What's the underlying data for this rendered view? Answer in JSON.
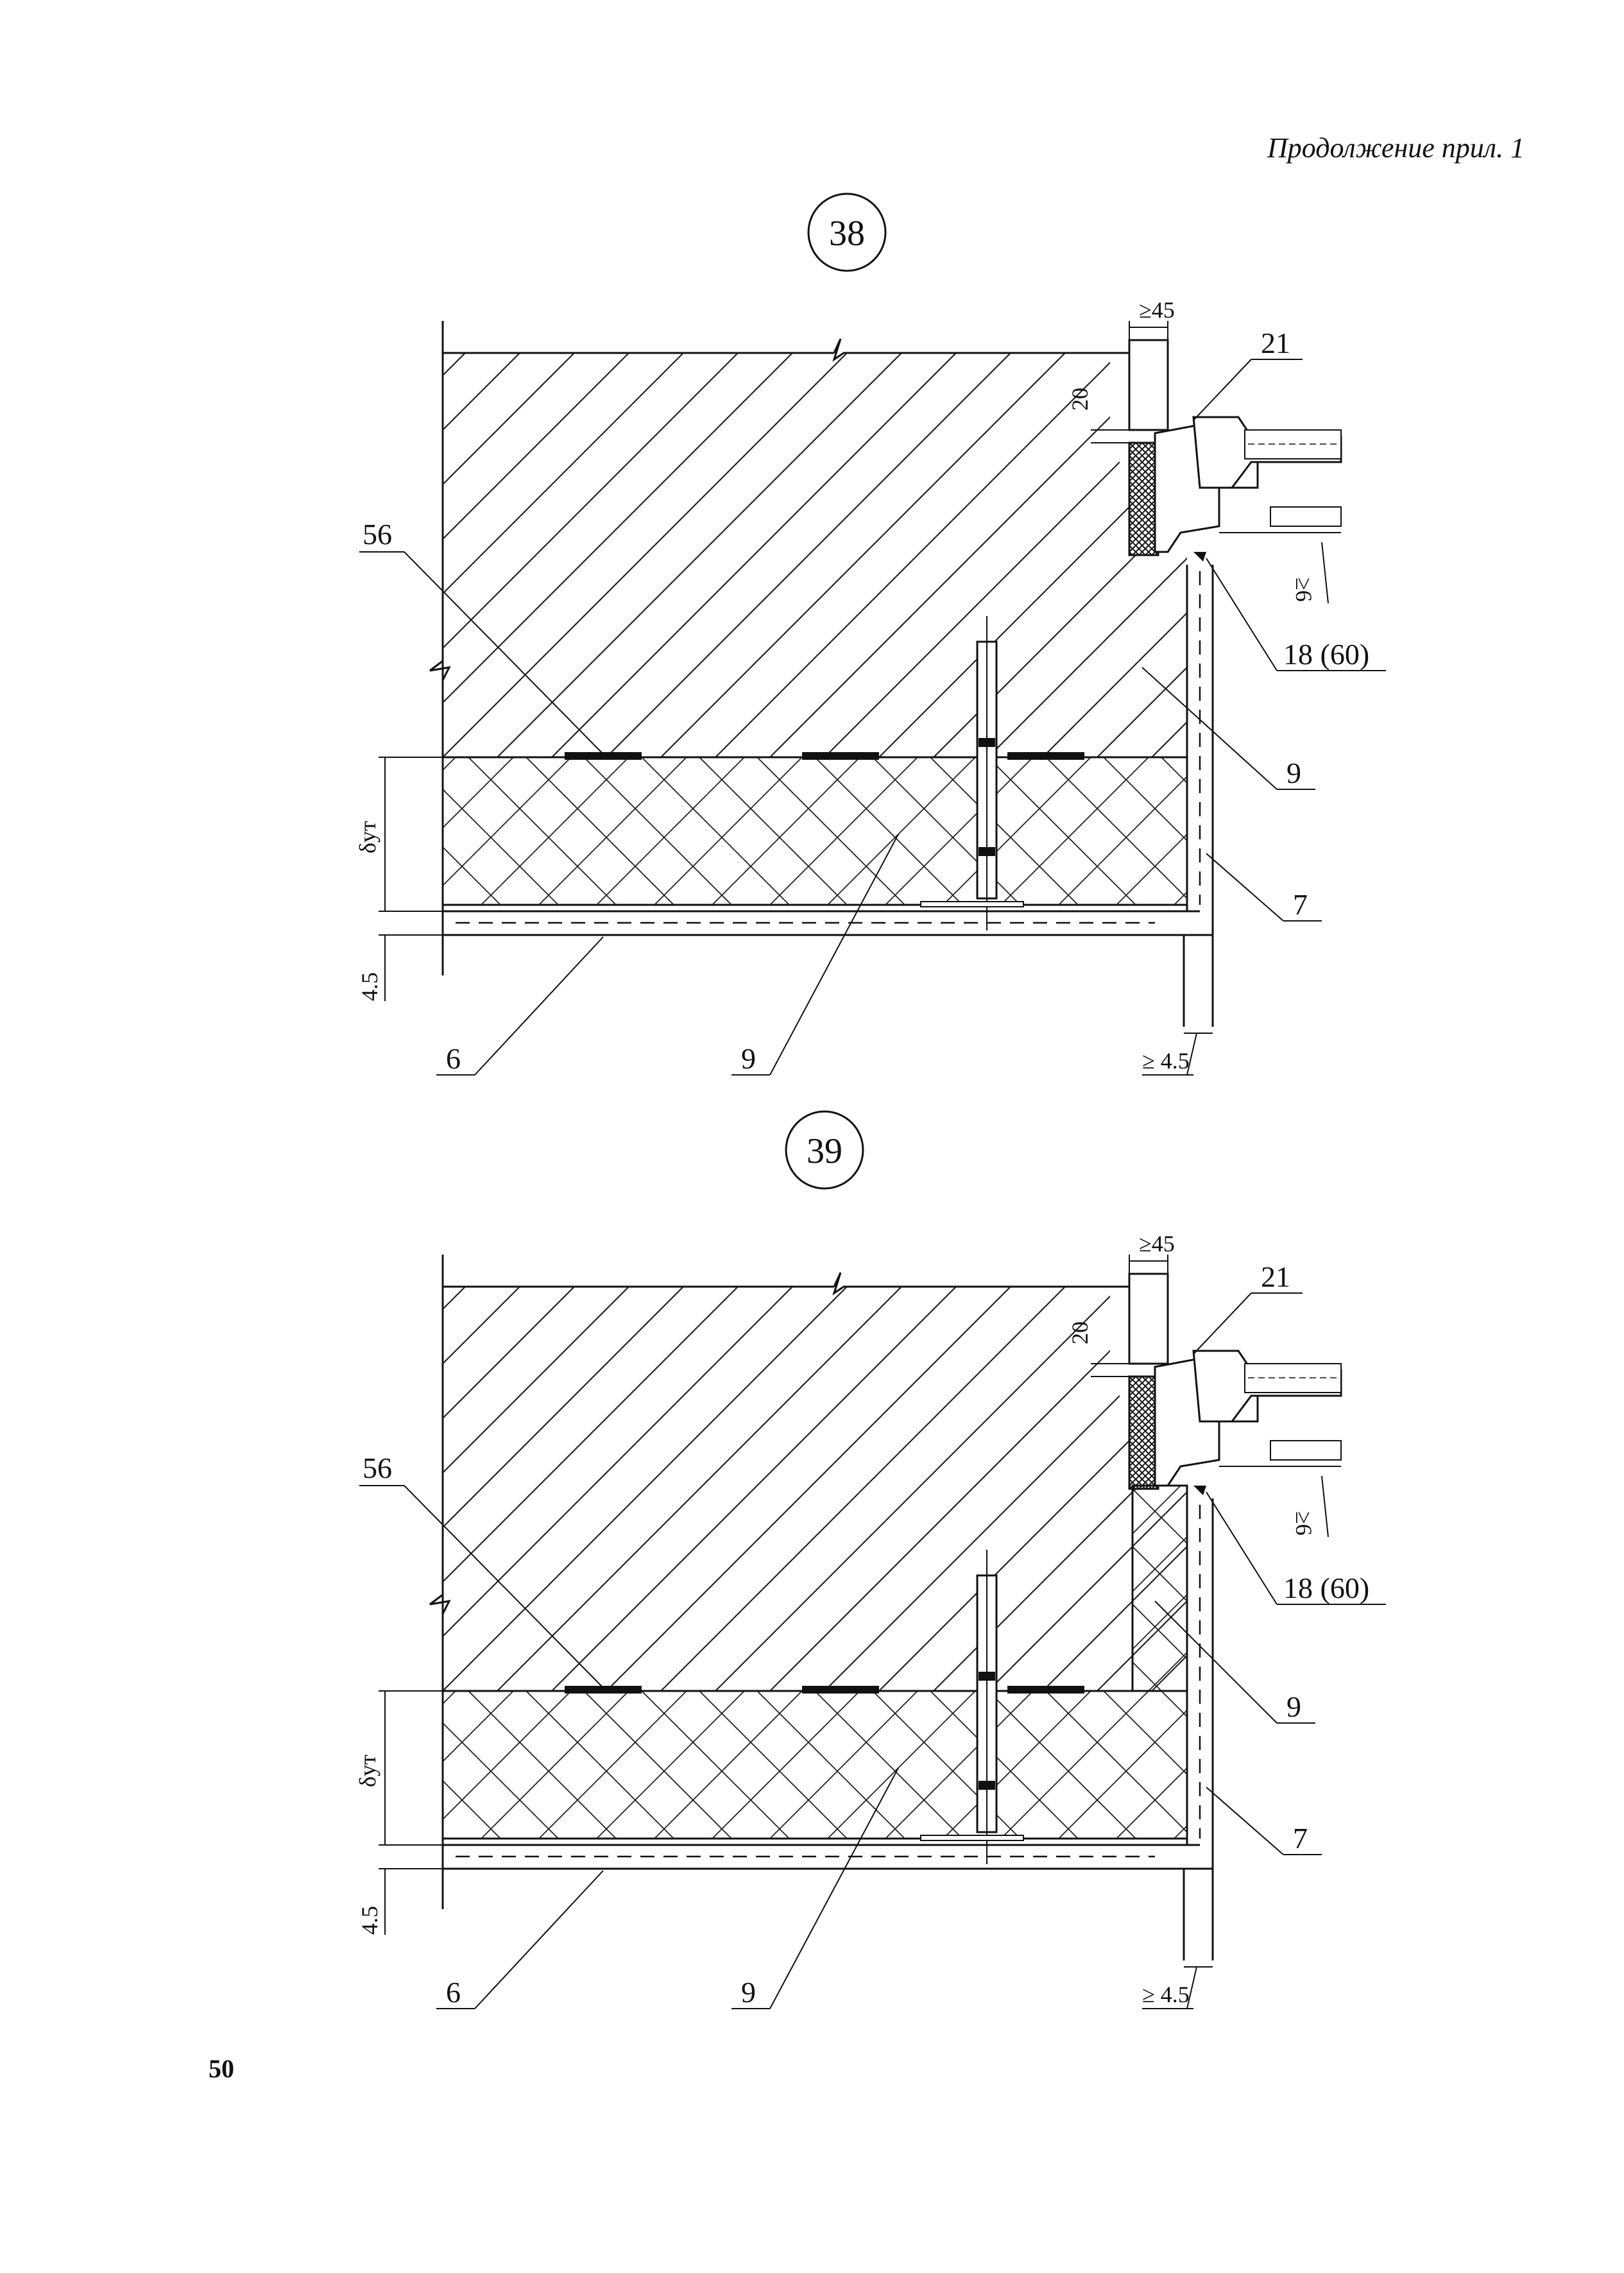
{
  "header": {
    "continuation": "Продолжение прил. 1"
  },
  "page_number": "50",
  "details": [
    {
      "number": "38",
      "labels": {
        "min45": "≥45",
        "d20": "20",
        "l21": "21",
        "l56": "56",
        "min6": "≥6",
        "l18": "18 (60)",
        "l9_right": "9",
        "delta": "δут",
        "l7": "7",
        "d45": "4.5",
        "l6": "6",
        "l9_bottom": "9",
        "min4_5": "≥ 4.5"
      }
    },
    {
      "number": "39",
      "labels": {
        "min45": "≥45",
        "d20": "20",
        "l21": "21",
        "l56": "56",
        "min6": "≥6",
        "l18": "18 (60)",
        "l9_right": "9",
        "delta": "δут",
        "l7": "7",
        "d45": "4.5",
        "l6": "6",
        "l9_bottom": "9",
        "min4_5": "≥ 4.5"
      }
    }
  ]
}
